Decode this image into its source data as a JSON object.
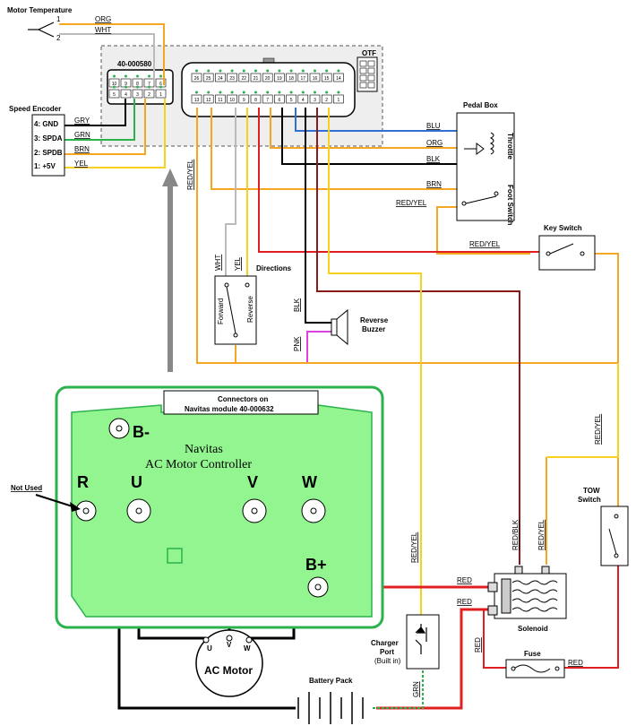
{
  "colors": {
    "orange": "#F5A623",
    "yellow": "#F7D11E",
    "red": "#E02020",
    "darkred": "#8B1A1A",
    "blue": "#2F6FD6",
    "green": "#2BB24C",
    "grey": "#BBBBBB",
    "pink": "#E040E0",
    "controller_fill": "#93F58F",
    "controller_border": "#2BB24C"
  },
  "icons": [
    "thermistor-icon",
    "speaker-icon",
    "switch-icon",
    "fuse-icon",
    "solenoid-coil-icon",
    "battery-icon",
    "motor-icon",
    "arrow-up-icon"
  ],
  "labels": {
    "motor_temperature": "Motor Temperature",
    "speed_encoder": "Speed Encoder",
    "connector_40_000580": "40-000580",
    "otf": "OTF",
    "pedal_box": "Pedal Box",
    "throttle": "Throttle",
    "foot_switch": "Foot Switch",
    "key_switch": "Key Switch",
    "directions": "Directions",
    "forward": "Forward",
    "reverse": "Reverse",
    "reverse_buzzer_1": "Reverse",
    "reverse_buzzer_2": "Buzzer",
    "tow_switch_1": "TOW",
    "tow_switch_2": "Switch",
    "solenoid": "Solenoid",
    "fuse": "Fuse",
    "charger_port_1": "Charger",
    "charger_port_2": "Port",
    "charger_port_3": "(Built in)",
    "battery_pack": "Battery Pack",
    "ac_motor": "AC Motor",
    "motor_u": "U",
    "motor_v": "V",
    "motor_w": "W",
    "not_used": "Not Used",
    "connectors_on_1": "Connectors on",
    "connectors_on_2": "Navitas module 40-000632",
    "navitas": "Navitas",
    "ac_motor_controller": "AC Motor Controller",
    "terminal_bminus": "B-",
    "terminal_bplus": "B+",
    "terminal_r": "R",
    "terminal_u": "U",
    "terminal_v": "V",
    "terminal_w": "W"
  },
  "speed_encoder_pins": [
    "4: GND",
    "3: SPDA",
    "2: SPDB",
    "1: +5V"
  ],
  "wire_labels": {
    "temp_1_num": "1",
    "temp_2_num": "2",
    "temp_1": "ORG",
    "temp_2": "WHT",
    "enc_gry": "GRY",
    "enc_grn": "GRN",
    "enc_brn": "BRN",
    "enc_yel": "YEL",
    "pedal_blu": "BLU",
    "pedal_org": "ORG",
    "pedal_blk": "BLK",
    "pedal_brn": "BRN",
    "pedal_redyel": "RED/YEL",
    "key_redyel": "RED/YEL",
    "dir_wht": "WHT",
    "dir_yel": "YEL",
    "buz_blk": "BLK",
    "buz_pnk": "PNK",
    "redyel_left": "RED/YEL",
    "redyel_charger": "RED/YEL",
    "redblk_solenoid": "RED/BLK",
    "redyel_solenoid": "RED/YEL",
    "redyel_tow": "RED/YEL",
    "red_bplus": "RED",
    "red_charger": "RED",
    "red_fuse_v": "RED",
    "red_fuse_h": "RED",
    "grn_charger": "GRN"
  },
  "connector_small": {
    "top_pins": [
      "10",
      "9",
      "8",
      "7",
      "6"
    ],
    "bottom_pins": [
      "5",
      "4",
      "3",
      "2",
      "1"
    ]
  },
  "connector_large": {
    "top_pins": [
      "26",
      "25",
      "24",
      "23",
      "22",
      "21",
      "20",
      "19",
      "18",
      "17",
      "16",
      "15",
      "14"
    ],
    "bottom_pins": [
      "13",
      "12",
      "11",
      "10",
      "9",
      "8",
      "7",
      "6",
      "5",
      "4",
      "3",
      "2",
      "1"
    ]
  }
}
